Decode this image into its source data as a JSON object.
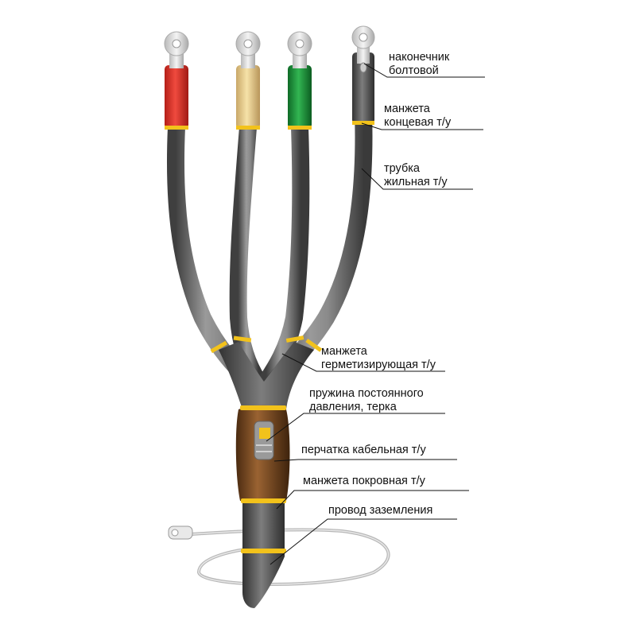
{
  "labels": [
    {
      "id": "lug",
      "lines": [
        "наконечник",
        "болтовой"
      ]
    },
    {
      "id": "end-cuff",
      "lines": [
        "манжета",
        "концевая т/у"
      ]
    },
    {
      "id": "core-tube",
      "lines": [
        "трубка",
        "жильная т/у"
      ]
    },
    {
      "id": "seal-cuff",
      "lines": [
        "манжета",
        "герметизирующая т/у"
      ]
    },
    {
      "id": "spring",
      "lines": [
        "пружина постоянного",
        "давления, терка"
      ]
    },
    {
      "id": "glove",
      "lines": [
        "перчатка кабельная т/у"
      ]
    },
    {
      "id": "cover-cuff",
      "lines": [
        "манжета покровная т/у"
      ]
    },
    {
      "id": "ground-wire",
      "lines": [
        "провод заземления"
      ]
    }
  ],
  "colors": {
    "phase_red": "#e8332a",
    "phase_yellow": "#ecd28a",
    "phase_green": "#1f9a3c",
    "cable_gray": "#6d6d6d",
    "glove_brown": "#7a4a22",
    "band_yellow": "#f2c21b"
  }
}
